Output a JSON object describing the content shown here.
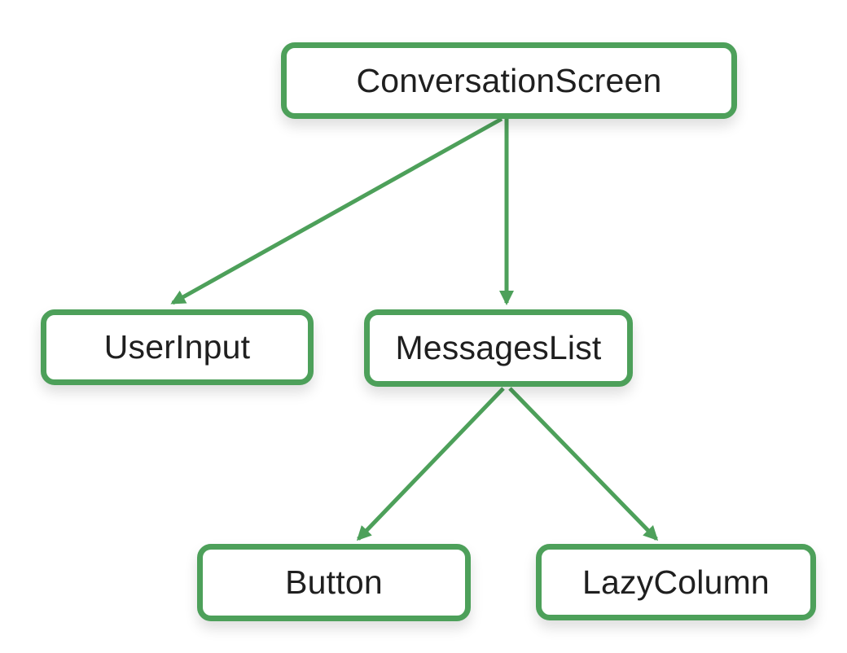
{
  "diagram": {
    "type": "component-tree",
    "accent_color": "#4da05a",
    "text_color": "#1f1f1f",
    "background_color": "#ffffff",
    "nodes": [
      {
        "id": "conversation-screen",
        "label": "ConversationScreen"
      },
      {
        "id": "user-input",
        "label": "UserInput"
      },
      {
        "id": "messages-list",
        "label": "MessagesList"
      },
      {
        "id": "button",
        "label": "Button"
      },
      {
        "id": "lazy-column",
        "label": "LazyColumn"
      }
    ],
    "edges": [
      {
        "from": "ConversationScreen",
        "to": "UserInput"
      },
      {
        "from": "ConversationScreen",
        "to": "MessagesList"
      },
      {
        "from": "MessagesList",
        "to": "Button"
      },
      {
        "from": "MessagesList",
        "to": "LazyColumn"
      }
    ]
  }
}
